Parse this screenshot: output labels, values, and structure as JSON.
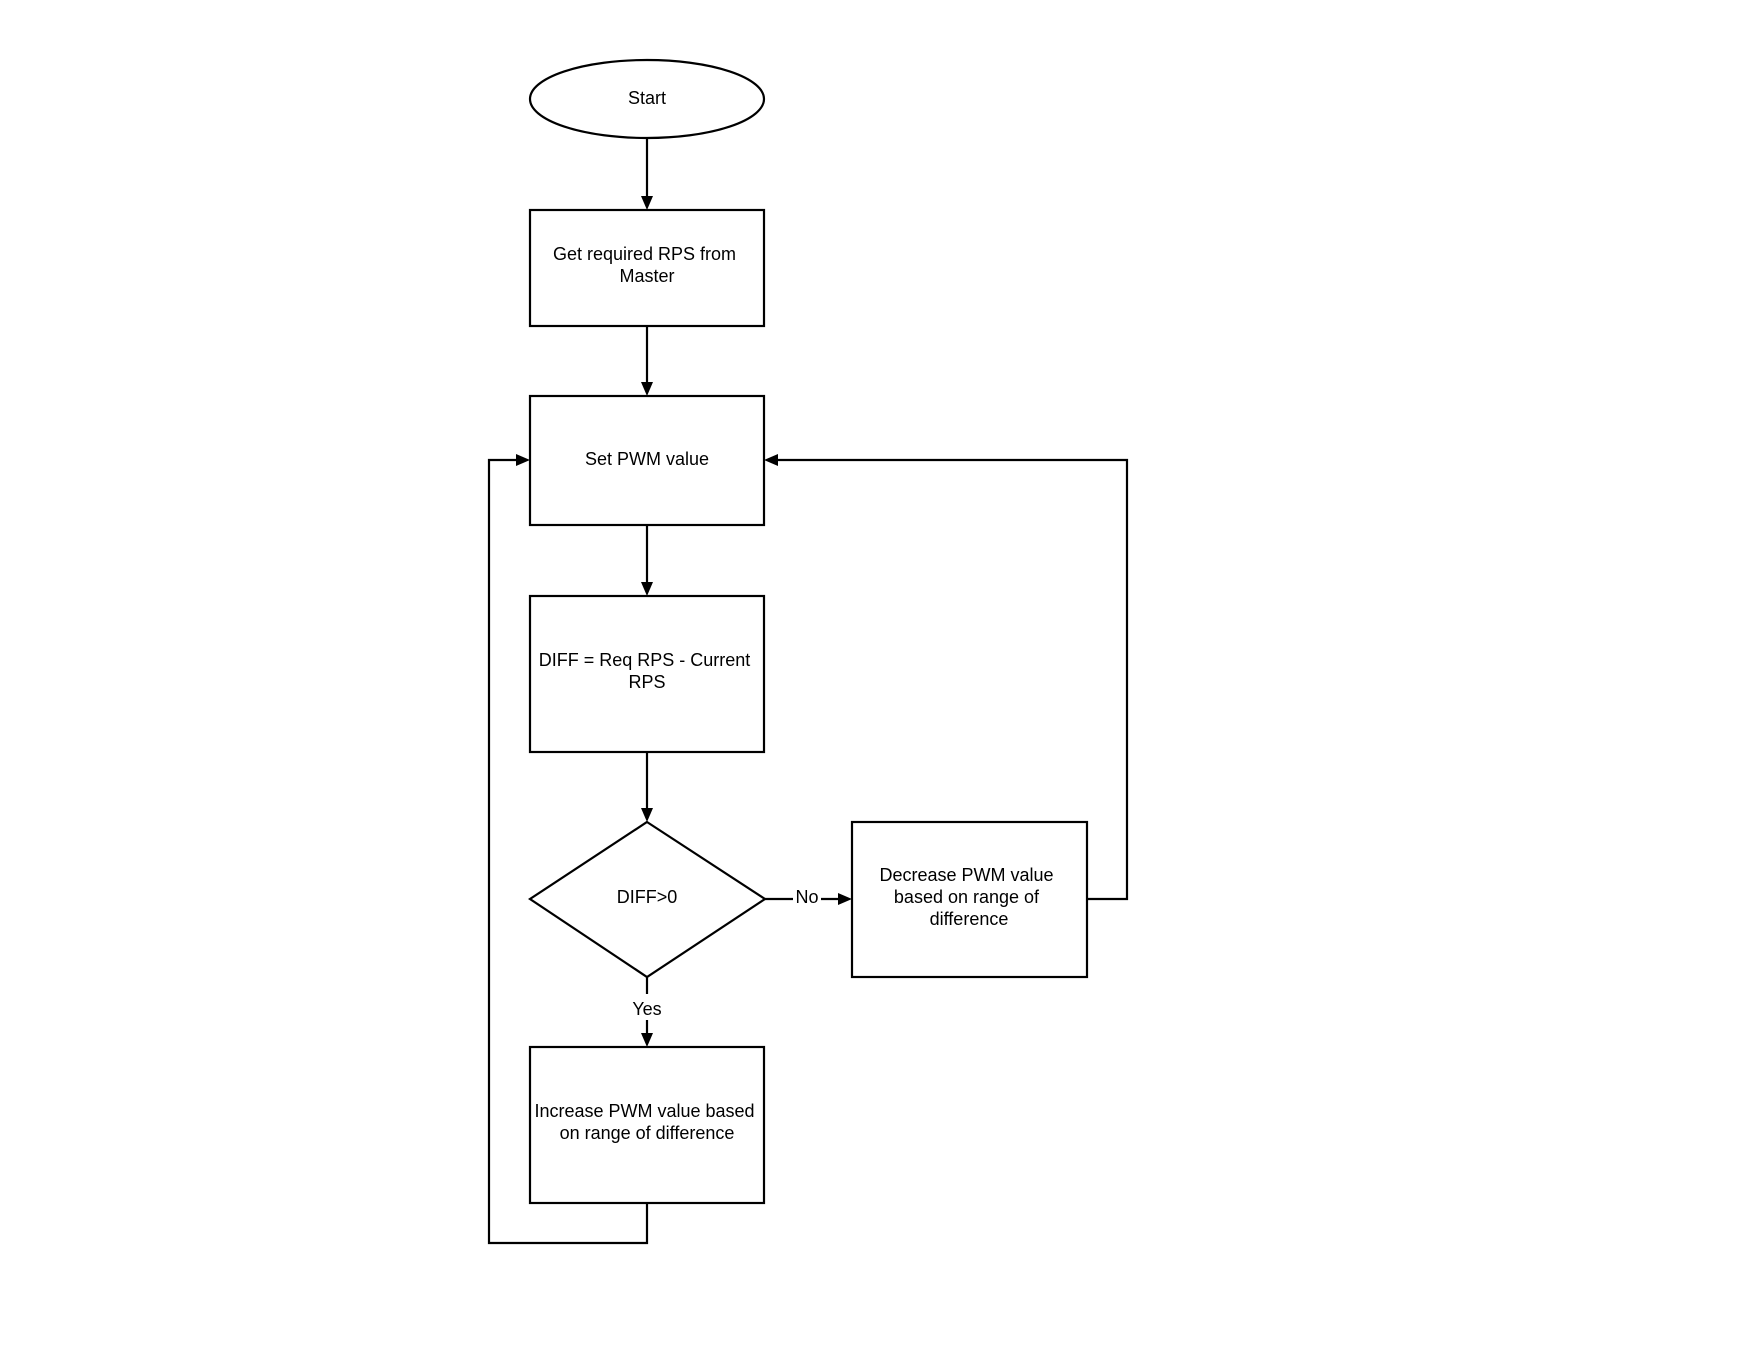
{
  "nodes": {
    "start": {
      "type": "terminator",
      "lines": [
        "Start"
      ]
    },
    "get_rps": {
      "type": "process",
      "lines": [
        "Get required RPS from",
        "Master"
      ]
    },
    "set_pwm": {
      "type": "process",
      "lines": [
        "Set PWM value"
      ]
    },
    "diff_calc": {
      "type": "process",
      "lines": [
        "DIFF = Req RPS - Current",
        "RPS"
      ]
    },
    "decision": {
      "type": "decision",
      "lines": [
        "DIFF>0"
      ]
    },
    "decrease": {
      "type": "process",
      "lines": [
        "Decrease PWM value",
        "based on range of",
        "difference"
      ]
    },
    "increase": {
      "type": "process",
      "lines": [
        "Increase PWM value based",
        "on range of difference"
      ]
    }
  },
  "edges": [
    {
      "from": "start",
      "to": "get_rps",
      "label": ""
    },
    {
      "from": "get_rps",
      "to": "set_pwm",
      "label": ""
    },
    {
      "from": "set_pwm",
      "to": "diff_calc",
      "label": ""
    },
    {
      "from": "diff_calc",
      "to": "decision",
      "label": ""
    },
    {
      "from": "decision",
      "to": "decrease",
      "label": "No"
    },
    {
      "from": "decision",
      "to": "increase",
      "label": "Yes"
    },
    {
      "from": "decrease",
      "to": "set_pwm",
      "label": ""
    },
    {
      "from": "increase",
      "to": "set_pwm",
      "label": ""
    }
  ]
}
